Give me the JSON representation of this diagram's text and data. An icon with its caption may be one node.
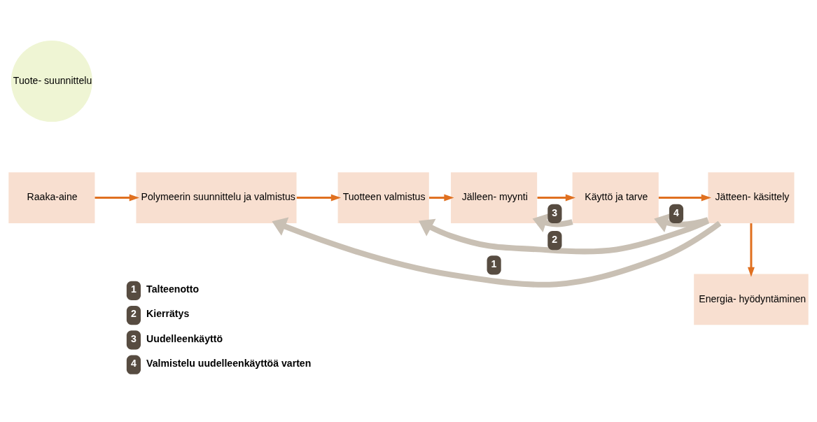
{
  "diagram": {
    "nodes": [
      {
        "text": [
          "Tuote- suunnittelu"
        ]
      },
      {
        "text": [
          "Raaka-aine"
        ]
      },
      {
        "text": [
          "Polymeerin suunnittelu ja valmistus"
        ]
      },
      {
        "text": [
          "Tuotteen valmistus"
        ]
      },
      {
        "text": [
          "Jälleen- myynti"
        ]
      },
      {
        "text": [
          "Käyttö ja tarve"
        ]
      },
      {
        "text": [
          "Jätteen- käsittely"
        ]
      },
      {
        "text": [
          "Energia- hyödyntäminen"
        ]
      }
    ],
    "edges": [
      {
        "from": 1,
        "to": 2,
        "arrow": "to"
      },
      {
        "from": 2,
        "to": 3,
        "arrow": "to"
      },
      {
        "from": 3,
        "to": 4,
        "arrow": "to"
      },
      {
        "from": 4,
        "to": 5,
        "arrow": "to"
      },
      {
        "from": 5,
        "to": 6,
        "arrow": "to"
      },
      {
        "from": 6,
        "to": 7,
        "arrow": "to"
      },
      {
        "from": 6,
        "to": 2,
        "arrow": "to",
        "label": "1",
        "style": "thick",
        "color": "#c9c0b4"
      },
      {
        "from": 6,
        "to": 3,
        "arrow": "to",
        "label": "2",
        "style": "thick",
        "color": "#c9c0b4"
      },
      {
        "from": 5,
        "to": 4,
        "arrow": "to",
        "label": "3",
        "style": "thick",
        "color": "#c9c0b4"
      },
      {
        "from": 6,
        "to": 5,
        "arrow": "to",
        "label": "4",
        "style": "thick",
        "color": "#c9c0b4"
      }
    ],
    "labels": [
      "1",
      "Talteenotto",
      "2",
      "Kierrätys",
      "3",
      "Uudelleenkäyttö",
      "4",
      "Valmistelu uudelleenkäyttöä varten"
    ]
  }
}
